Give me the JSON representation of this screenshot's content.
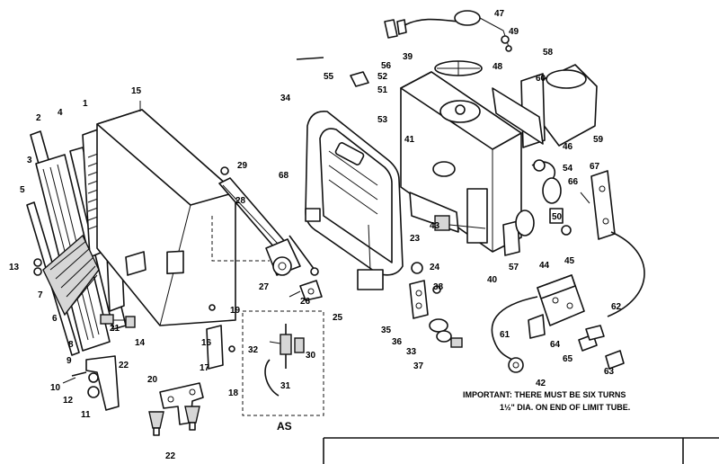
{
  "diagram": {
    "labels": [
      {
        "n": "1"
      },
      {
        "n": "2"
      },
      {
        "n": "3"
      },
      {
        "n": "4"
      },
      {
        "n": "5"
      },
      {
        "n": "6"
      },
      {
        "n": "7"
      },
      {
        "n": "8"
      },
      {
        "n": "9"
      },
      {
        "n": "10"
      },
      {
        "n": "11"
      },
      {
        "n": "12"
      },
      {
        "n": "13"
      },
      {
        "n": "14"
      },
      {
        "n": "15"
      },
      {
        "n": "16"
      },
      {
        "n": "17"
      },
      {
        "n": "18"
      },
      {
        "n": "19"
      },
      {
        "n": "20"
      },
      {
        "n": "21"
      },
      {
        "n": "22"
      },
      {
        "n": "22"
      },
      {
        "n": "22"
      },
      {
        "n": "23"
      },
      {
        "n": "24"
      },
      {
        "n": "25"
      },
      {
        "n": "26"
      },
      {
        "n": "27"
      },
      {
        "n": "28"
      },
      {
        "n": "29"
      },
      {
        "n": "30"
      },
      {
        "n": "31"
      },
      {
        "n": "32"
      },
      {
        "n": "33"
      },
      {
        "n": "34"
      },
      {
        "n": "35"
      },
      {
        "n": "36"
      },
      {
        "n": "37"
      },
      {
        "n": "38"
      },
      {
        "n": "39"
      },
      {
        "n": "40"
      },
      {
        "n": "41"
      },
      {
        "n": "42"
      },
      {
        "n": "43"
      },
      {
        "n": "44"
      },
      {
        "n": "45"
      },
      {
        "n": "46"
      },
      {
        "n": "47"
      },
      {
        "n": "48"
      },
      {
        "n": "49"
      },
      {
        "n": "50"
      },
      {
        "n": "51"
      },
      {
        "n": "52"
      },
      {
        "n": "53"
      },
      {
        "n": "54"
      },
      {
        "n": "55"
      },
      {
        "n": "56"
      },
      {
        "n": "57"
      },
      {
        "n": "58"
      },
      {
        "n": "59"
      },
      {
        "n": "60"
      },
      {
        "n": "61"
      },
      {
        "n": "62"
      },
      {
        "n": "63"
      },
      {
        "n": "64"
      },
      {
        "n": "65"
      },
      {
        "n": "66"
      },
      {
        "n": "67"
      },
      {
        "n": "68"
      }
    ],
    "subassembly_label": "AS",
    "note_line1_bold": "IMPORTANT:",
    "note_line1_rest": "THERE MUST BE SIX TURNS",
    "note_line2": "1½\" DIA. ON END OF LIMIT TUBE."
  }
}
